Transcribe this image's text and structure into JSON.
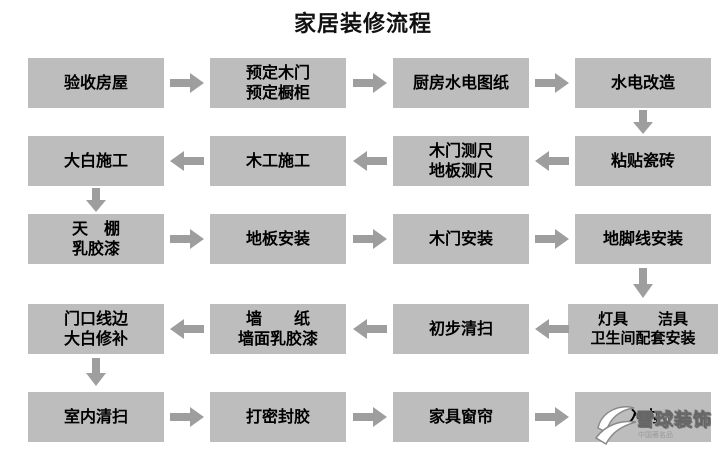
{
  "title": "家居装修流程",
  "steps": {
    "s1": [
      "验收房屋"
    ],
    "s2": [
      "预定木门",
      "预定橱柜"
    ],
    "s3": [
      "厨房水电图纸"
    ],
    "s4": [
      "水电改造"
    ],
    "s5": [
      "粘贴瓷砖"
    ],
    "s6": [
      "木门测尺",
      "地板测尺"
    ],
    "s7": [
      "木工施工"
    ],
    "s8": [
      "大白施工"
    ],
    "s9": [
      "天　棚",
      "乳胶漆"
    ],
    "s10": [
      "地板安装"
    ],
    "s11": [
      "木门安装"
    ],
    "s12": [
      "地脚线安装"
    ],
    "s13": [
      "灯具　　洁具",
      "卫生间配套安装"
    ],
    "s14": [
      "初步清扫"
    ],
    "s15": [
      "墙　　纸",
      "墙面乳胶漆"
    ],
    "s16": [
      "门口线边",
      "大白修补"
    ],
    "s17": [
      "室内清扫"
    ],
    "s18": [
      "打密封胶"
    ],
    "s19": [
      "家具窗帘"
    ],
    "s20": [
      "入内"
    ]
  },
  "watermark": {
    "text": "雪球装饰",
    "subtext": "中国著名品"
  },
  "colors": {
    "box": "#bdbdbd",
    "arrow": "#9e9e9e",
    "text": "#000000"
  }
}
